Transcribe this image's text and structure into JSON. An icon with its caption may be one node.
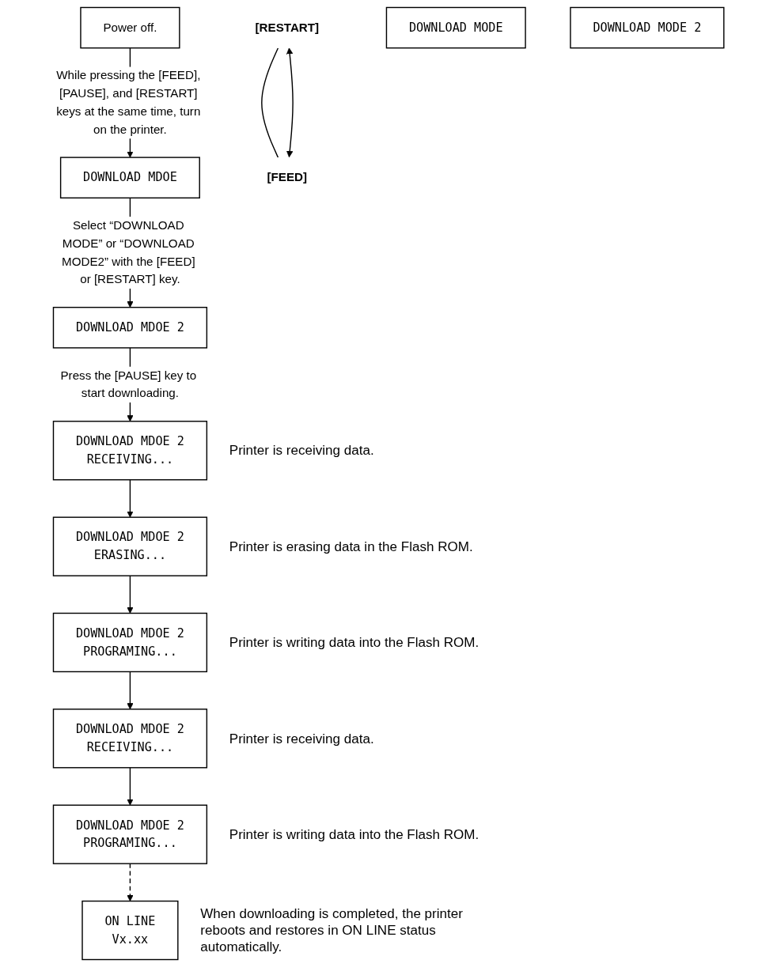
{
  "diagram": {
    "nodes": [
      {
        "text": [
          "Power off."
        ]
      },
      {
        "text": [
          "DOWNLOAD MDOE"
        ]
      },
      {
        "text": [
          "DOWNLOAD MDOE 2"
        ]
      },
      {
        "text": [
          "DOWNLOAD MDOE 2",
          "RECEIVING..."
        ],
        "beside": [
          "Printer is receiving data."
        ]
      },
      {
        "text": [
          "DOWNLOAD MDOE 2",
          "ERASING..."
        ],
        "beside": [
          "Printer is erasing data in the Flash ROM."
        ]
      },
      {
        "text": [
          "DOWNLOAD MDOE 2",
          "PROGRAMING..."
        ],
        "beside": [
          "Printer is writing data into the Flash ROM."
        ]
      },
      {
        "text": [
          "DOWNLOAD MDOE 2",
          "RECEIVING..."
        ],
        "beside": [
          "Printer is receiving data."
        ]
      },
      {
        "text": [
          "DOWNLOAD MDOE 2",
          "PROGRAMING..."
        ],
        "beside": [
          "Printer is writing data into the Flash ROM."
        ]
      },
      {
        "text": [
          "ON LINE",
          "Vx.xx"
        ],
        "beside": [
          "When downloading is completed, the printer reboots and restores in ON LINE status automatically."
        ]
      },
      {
        "text": [
          "[RESTART]"
        ]
      },
      {
        "text": [
          "DOWNLOAD MODE"
        ]
      },
      {
        "text": [
          "[FEED]"
        ]
      },
      {
        "text": [
          "DOWNLOAD MODE 2"
        ]
      }
    ],
    "edges": [
      {
        "from": 0,
        "to": 1,
        "arrow": "to",
        "label": "While pressing the [FEED], [PAUSE], and [RESTART] keys at the same time, turn on the printer."
      },
      {
        "from": 1,
        "to": 2,
        "arrow": "to",
        "label": "Select “DOWNLOAD MODE” or “DOWNLOAD MODE2” with the [FEED] or [RESTART] key."
      },
      {
        "from": 2,
        "to": 3,
        "arrow": "to",
        "label": "Press the [PAUSE] key to start downloading."
      },
      {
        "from": 3,
        "to": 4,
        "arrow": "to"
      },
      {
        "from": 4,
        "to": 5,
        "arrow": "to"
      },
      {
        "from": 5,
        "to": 6,
        "arrow": "to"
      },
      {
        "from": 6,
        "to": 7,
        "arrow": "to"
      },
      {
        "from": 7,
        "to": 8,
        "arrow": "to",
        "style": "dashed"
      },
      {
        "from": 9,
        "to": 11,
        "arrow": "none"
      },
      {
        "from": 11,
        "to": 9,
        "arrow": "both"
      }
    ]
  }
}
